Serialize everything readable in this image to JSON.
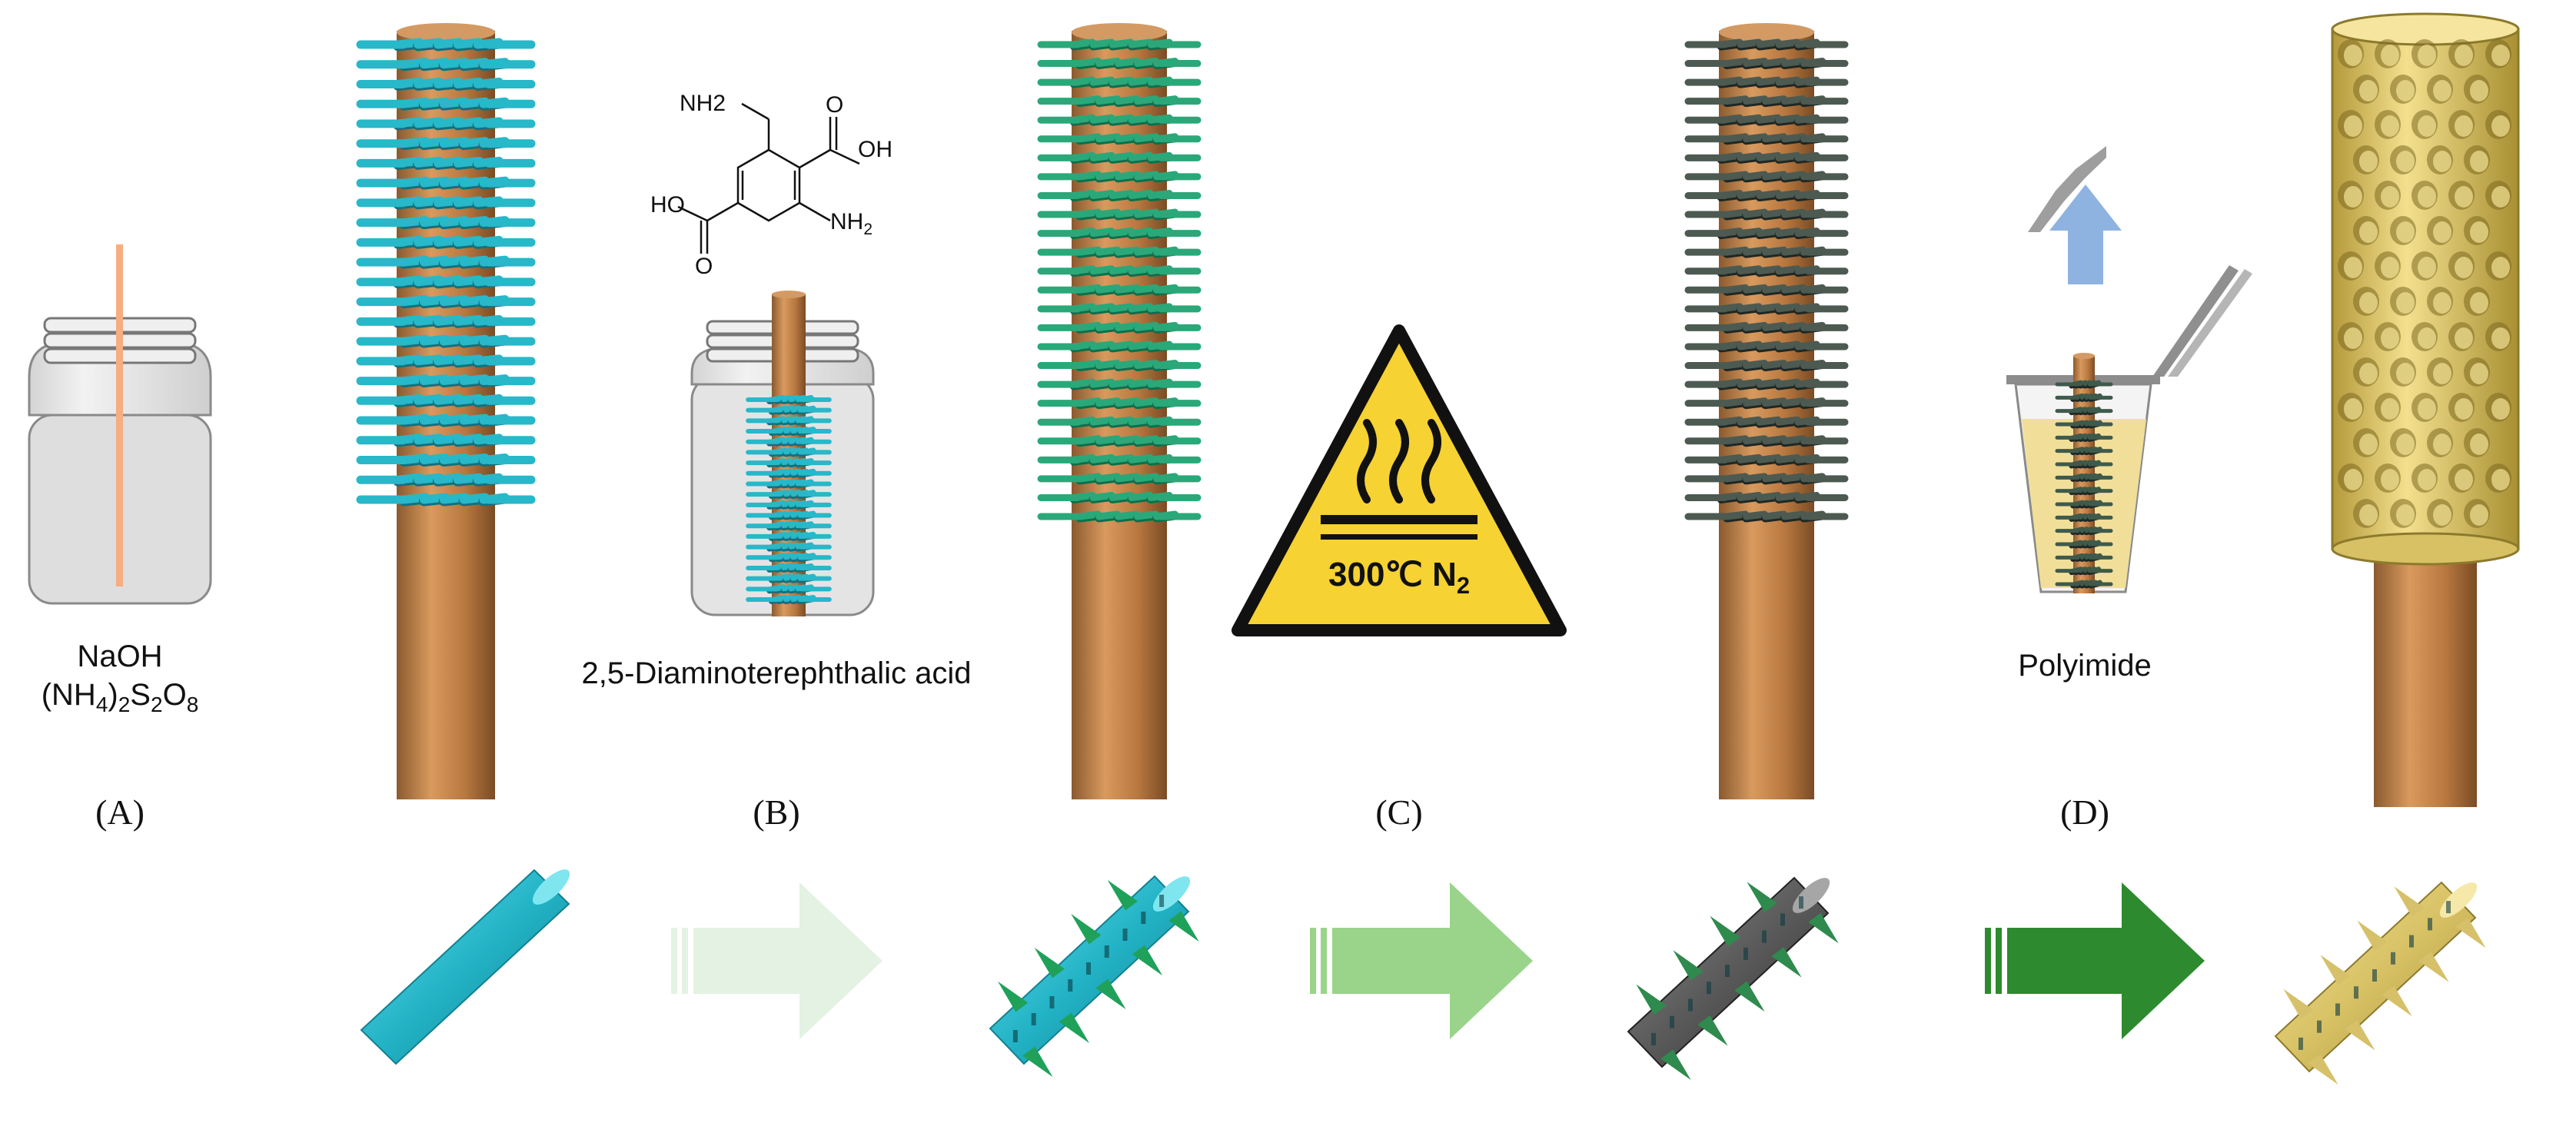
{
  "reagents": {
    "step_a": {
      "line1": "NaOH",
      "line2_parts": [
        "(NH",
        "4",
        ")",
        "2",
        "S",
        "2",
        "O",
        "8"
      ]
    },
    "step_b": "2,5-Diaminoterephthalic acid",
    "step_d": "Polyimide"
  },
  "molecule": {
    "nh2_top": "NH2",
    "oh_right": "OH",
    "ho_left": "HO",
    "nh2_bottom": "NH",
    "nh2_sub": "2",
    "o_label": "O"
  },
  "warning_sign": {
    "text": "300℃ N",
    "sub": "2"
  },
  "steps": [
    "(A)",
    "(B)",
    "(C)",
    "(D)"
  ],
  "colors": {
    "copper": "#c68a52",
    "cuoh_cyan": "#27b8c9",
    "mof_green": "#2aa05a",
    "carbon_dark": "#3f4a44",
    "polyimide_gold": "#e2cd74",
    "warning_yellow": "#f6d232",
    "arrow_up_blue": "#8fb3e0",
    "arrow_light": "#e3f2e3",
    "arrow_mid": "#99d48a",
    "arrow_dark": "#2e8a2e"
  },
  "icons": [
    "jar-icon",
    "hot-surface-warning-icon",
    "up-arrow-icon",
    "process-arrow-icon"
  ]
}
